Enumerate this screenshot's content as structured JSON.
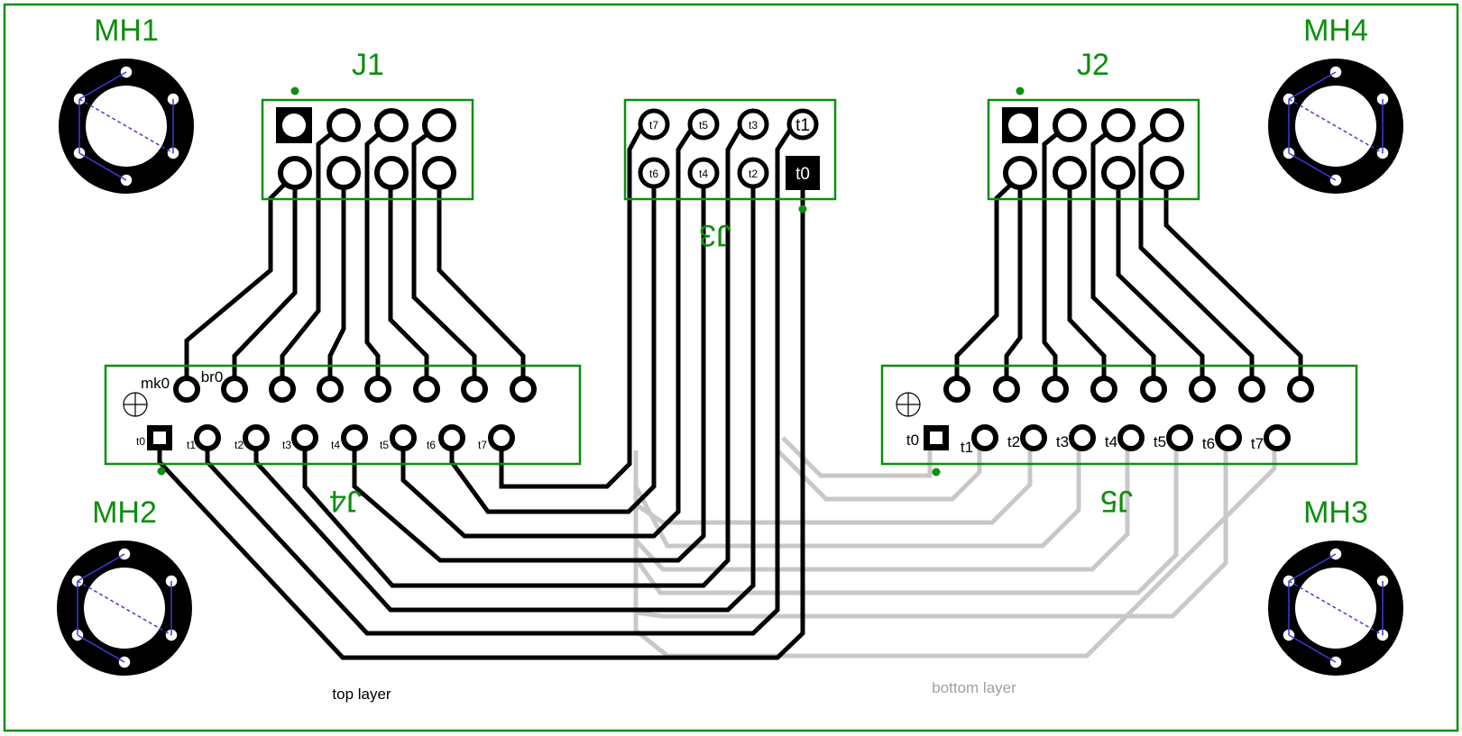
{
  "colors": {
    "outline": "#0c8f0c",
    "top_layer_trace": "#000000",
    "bottom_layer_trace": "#c8c8c8",
    "ratsnest": "#3b3bd6"
  },
  "mounting_holes": {
    "mh1": "MH1",
    "mh2": "MH2",
    "mh3": "MH3",
    "mh4": "MH4"
  },
  "connectors": {
    "j1": {
      "ref": "J1"
    },
    "j2": {
      "ref": "J2"
    },
    "j3": {
      "ref": "J3",
      "top_row": [
        "t7",
        "t5",
        "t3",
        "t1"
      ],
      "bottom_row": [
        "t6",
        "t4",
        "t2",
        "t0"
      ]
    },
    "j4": {
      "ref": "J4",
      "top_labels": [
        "mk0",
        "br0"
      ],
      "bottom_labels": [
        "t0",
        "t1",
        "t2",
        "t3",
        "t4",
        "t5",
        "t6",
        "t7"
      ]
    },
    "j5": {
      "ref": "J5",
      "bottom_labels": [
        "t0",
        "t1",
        "t2",
        "t3",
        "t4",
        "t5",
        "t6",
        "t7"
      ]
    }
  },
  "legend": {
    "top_layer": "top layer",
    "bottom_layer": "bottom layer"
  }
}
